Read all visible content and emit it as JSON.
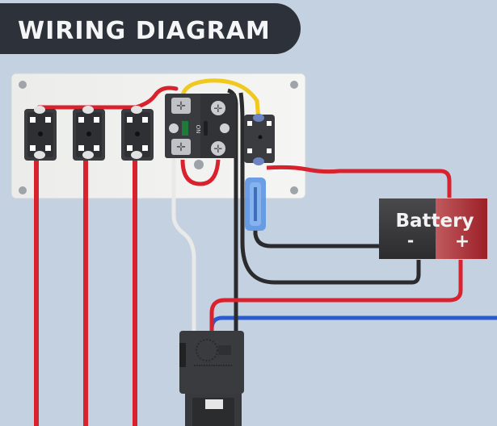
{
  "title": "WIRING DIAGRAM",
  "battery": {
    "label": "Battery",
    "negative_label": "-",
    "positive_label": "+"
  },
  "switch": {
    "on_label": "ON"
  },
  "colors": {
    "background": "#c3d1e1",
    "title_bar": "#2d3139",
    "panel": "#eeeeec",
    "wire_red": "#d8232f",
    "wire_black": "#2b2b2e",
    "wire_yellow": "#f0c81e",
    "wire_white": "#e9e9e9",
    "wire_blue": "#2a5bd0",
    "battery_negative": "#3c3c3e",
    "battery_positive": "#a5262c"
  },
  "components": {
    "fuse_holders": [
      "fuse-holder-1",
      "fuse-holder-2",
      "fuse-holder-3"
    ],
    "relay_label": "ON"
  }
}
